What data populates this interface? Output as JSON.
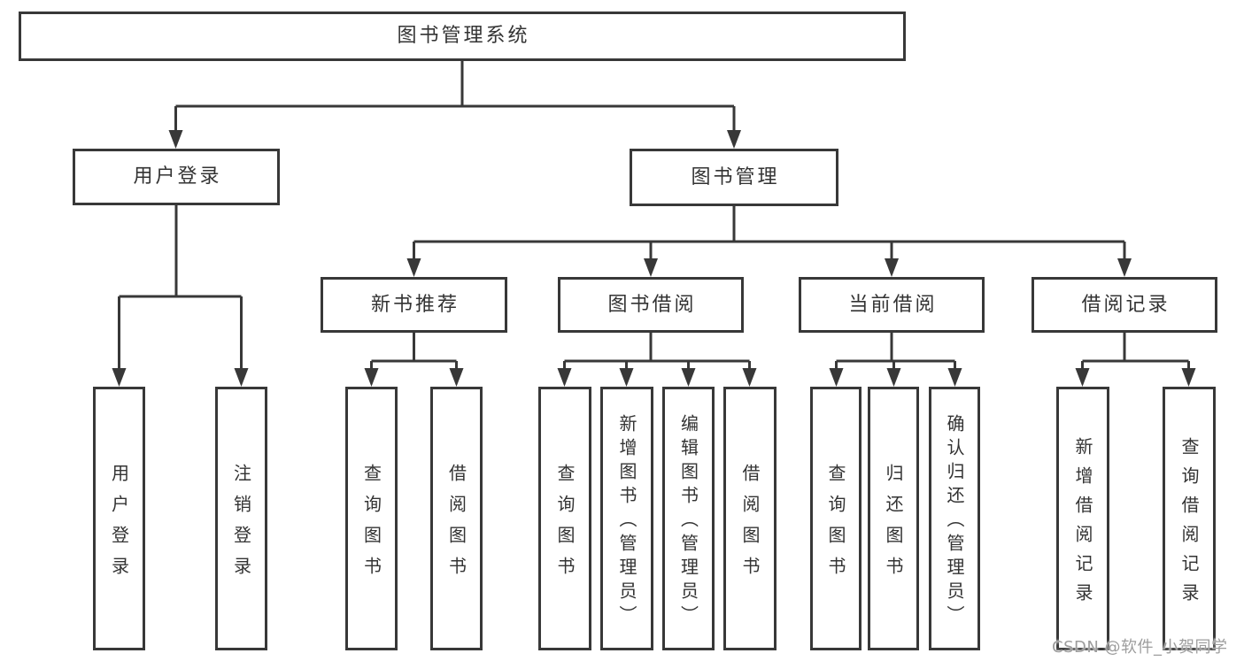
{
  "watermark": "CSDN @软件_小贺同学",
  "colors": {
    "line": "#383838",
    "text": "#333333",
    "watermark": "#9d9d9d",
    "background": "#ffffff"
  },
  "tree": {
    "label": "图书管理系统",
    "children": [
      {
        "label": "用户登录",
        "children": [
          {
            "label": "用户登录"
          },
          {
            "label": "注销登录"
          }
        ]
      },
      {
        "label": "图书管理",
        "children": [
          {
            "label": "新书推荐",
            "children": [
              {
                "label": "查询图书"
              },
              {
                "label": "借阅图书"
              }
            ]
          },
          {
            "label": "图书借阅",
            "children": [
              {
                "label": "查询图书"
              },
              {
                "label": "新增图书（管理员）"
              },
              {
                "label": "编辑图书（管理员）"
              },
              {
                "label": "借阅图书"
              }
            ]
          },
          {
            "label": "当前借阅",
            "children": [
              {
                "label": "查询图书"
              },
              {
                "label": "归还图书"
              },
              {
                "label": "确认归还（管理员）"
              }
            ]
          },
          {
            "label": "借阅记录",
            "children": [
              {
                "label": "新增借阅记录"
              },
              {
                "label": "查询借阅记录"
              }
            ]
          }
        ]
      }
    ]
  }
}
